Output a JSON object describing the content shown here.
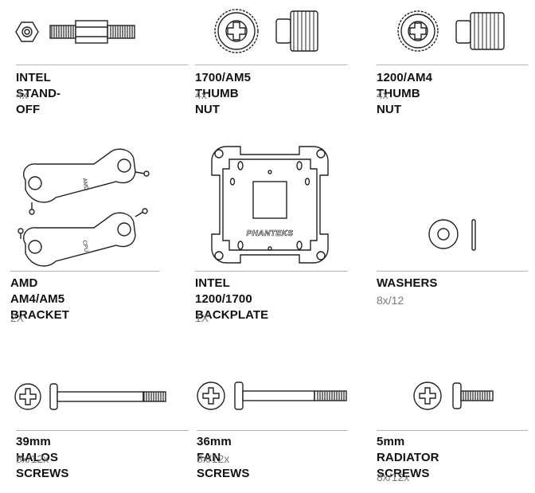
{
  "items": [
    {
      "name": "INTEL STAND-OFF",
      "qty": "4x",
      "icon": "standoff-icon"
    },
    {
      "name": "1700/AM5 THUMB NUT",
      "qty": "4x",
      "icon": "thumb-nut-icon"
    },
    {
      "name": "1200/AM4 THUMB NUT",
      "qty": "4x",
      "icon": "thumb-nut-icon"
    },
    {
      "name": "AMD AM4/AM5\nBRACKET",
      "qty": "2X",
      "icon": "bracket-icon"
    },
    {
      "name": "INTEL 1200/1700\nBACKPLATE",
      "qty": "1X",
      "icon": "backplate-icon"
    },
    {
      "name": "WASHERS",
      "qty": "8x/12",
      "icon": "washer-icon"
    },
    {
      "name": "39mm HALOS SCREWS",
      "qty": "8x/12x",
      "icon": "screw-icon"
    },
    {
      "name": "36mm FAN SCREWS",
      "qty": "8x/12x",
      "icon": "screw-icon"
    },
    {
      "name": "5mm RADIATOR\nSCREWS",
      "qty": "8x/12x",
      "icon": "screw-icon"
    }
  ],
  "backplate_brand": "PHANTEKS",
  "bracket_labels": [
    "AMD",
    "CPU"
  ]
}
